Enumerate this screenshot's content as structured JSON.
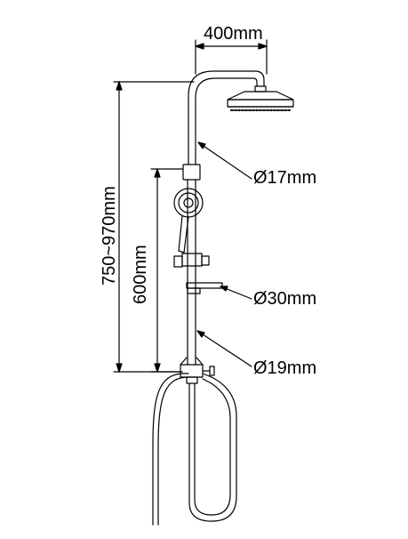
{
  "dimensions": {
    "head_reach": "400mm",
    "total_height": "750~970mm",
    "slide_bar_height": "600mm"
  },
  "callouts": {
    "upper_pipe_diameter": "Ø17mm",
    "soap_dish_diameter": "Ø30mm",
    "lower_pipe_diameter": "Ø19mm"
  },
  "colors": {
    "line": "#000000",
    "background": "#ffffff"
  }
}
